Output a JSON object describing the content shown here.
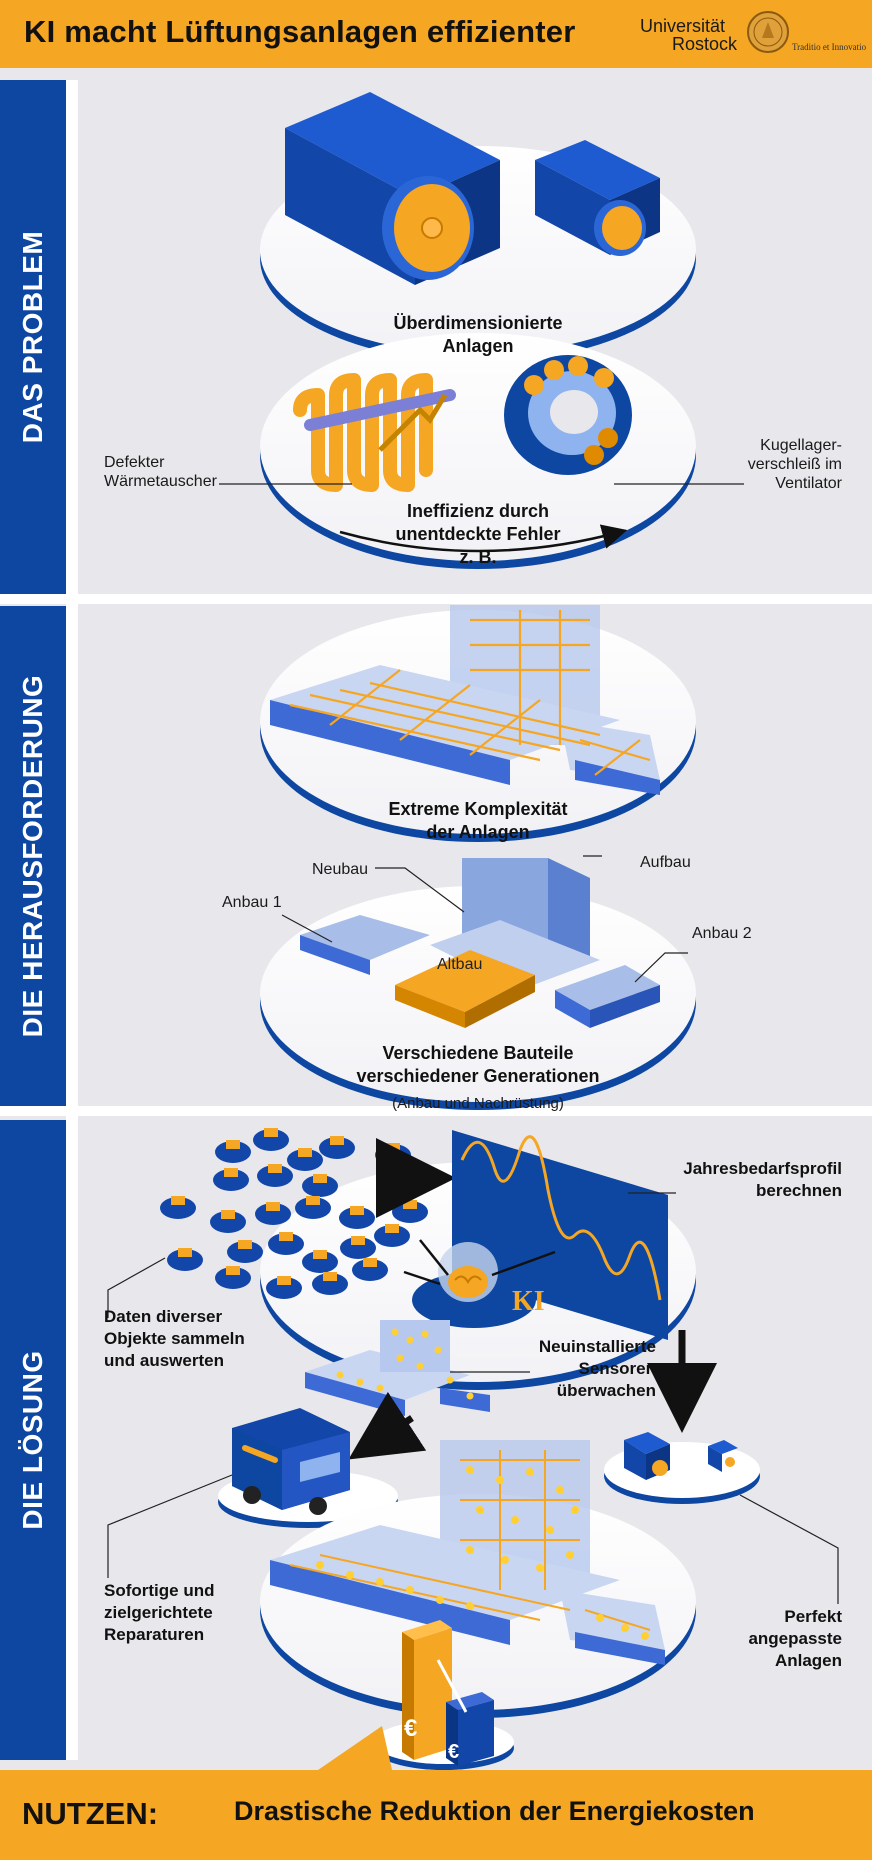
{
  "header": {
    "title": "KI macht Lüftungsanlagen effizienter",
    "university_line1": "Universität",
    "university_line2": "Rostock",
    "motto": "Traditio et Innovatio"
  },
  "sections": [
    {
      "label": "DAS PROBLEM"
    },
    {
      "label": "DIE HERAUSFORDERUNG"
    },
    {
      "label": "DIE LÖSUNG"
    }
  ],
  "problem": {
    "oversized": [
      "Überdimensionierte",
      "Anlagen"
    ],
    "heat_exchanger": [
      "Defekter",
      "Wärmetauscher"
    ],
    "bearing": [
      "Kugellager-",
      "verschleiß im",
      "Ventilator"
    ],
    "inefficiency": [
      "Ineffizienz durch",
      "unentdeckte Fehler",
      "z. B."
    ]
  },
  "challenge": {
    "complexity": [
      "Extreme Komplexität",
      "der Anlagen"
    ],
    "neubau": "Neubau",
    "aufbau": "Aufbau",
    "anbau1": "Anbau 1",
    "anbau2": "Anbau 2",
    "altbau": "Altbau",
    "generations": [
      "Verschiedene Bauteile",
      "verschiedener Generationen"
    ],
    "generations_note": "(Anbau und Nachrüstung)"
  },
  "solution": {
    "annual_profile": [
      "Jahresbedarfsprofil",
      "berechnen"
    ],
    "ki_badge": "KI",
    "data_collect": [
      "Daten diverser",
      "Objekte sammeln",
      "und auswerten"
    ],
    "sensors": [
      "Neuinstallierte",
      "Sensoren",
      "überwachen"
    ],
    "repairs": [
      "Sofortige und",
      "zielgerichtete",
      "Reparaturen"
    ],
    "adapted": [
      "Perfekt",
      "angepasste",
      "Anlagen"
    ],
    "euro_symbol": "€"
  },
  "footer": {
    "key": "NUTZEN:",
    "text": "Drastische Reduktion der Energiekosten"
  },
  "colors": {
    "orange": "#f5a623",
    "blue": "#0d47a1",
    "dark_blue": "#1a3f9e",
    "panel_gray": "#e8e8ec"
  }
}
